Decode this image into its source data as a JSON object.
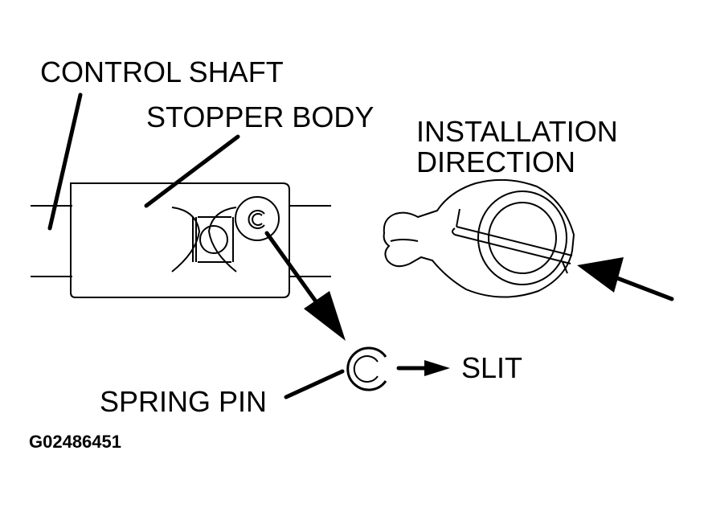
{
  "labels": {
    "control_shaft": "CONTROL SHAFT",
    "stopper_body": "STOPPER BODY",
    "installation_line1": "INSTALLATION",
    "installation_line2": "DIRECTION",
    "spring_pin": "SPRING PIN",
    "slit": "SLIT",
    "figure_id": "G02486451"
  },
  "colors": {
    "ink": "#000000",
    "paper": "#ffffff"
  }
}
